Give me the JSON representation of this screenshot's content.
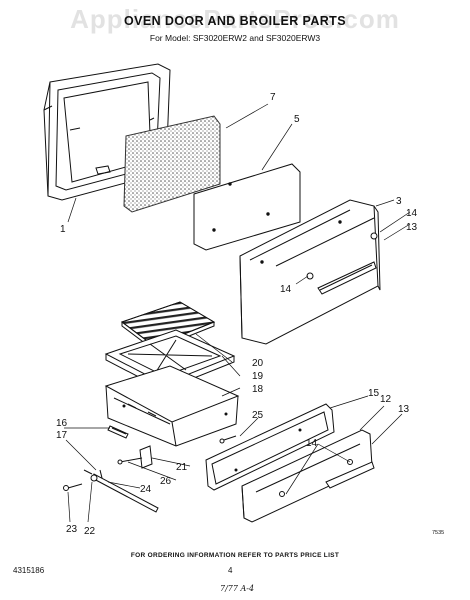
{
  "watermark": "AppliancePartsPros.com",
  "header": {
    "title": "OVEN DOOR AND BROILER PARTS",
    "subtitle": "For Model: SF3020ERW2 and SF3020ERW3"
  },
  "callouts": {
    "c1": "1",
    "c7": "7",
    "c5": "5",
    "c3": "3",
    "c14a": "14",
    "c13a": "13",
    "c14b": "14",
    "c20": "20",
    "c19": "19",
    "c18": "18",
    "c25": "25",
    "c15": "15",
    "c12": "12",
    "c13b": "13",
    "c16": "16",
    "c17": "17",
    "c21": "21",
    "c26": "26",
    "c24": "24",
    "c14c": "14",
    "c23": "23",
    "c22": "22"
  },
  "footer": {
    "note": "FOR ORDERING INFORMATION REFER TO PARTS PRICE LIST",
    "part_number": "4315186",
    "page_number": "4",
    "handwritten": "7/77 A-4",
    "drawing_code": "7535"
  },
  "colors": {
    "line": "#111111",
    "insulation": "#bdbdbd",
    "watermark": "#9a9a9a"
  }
}
